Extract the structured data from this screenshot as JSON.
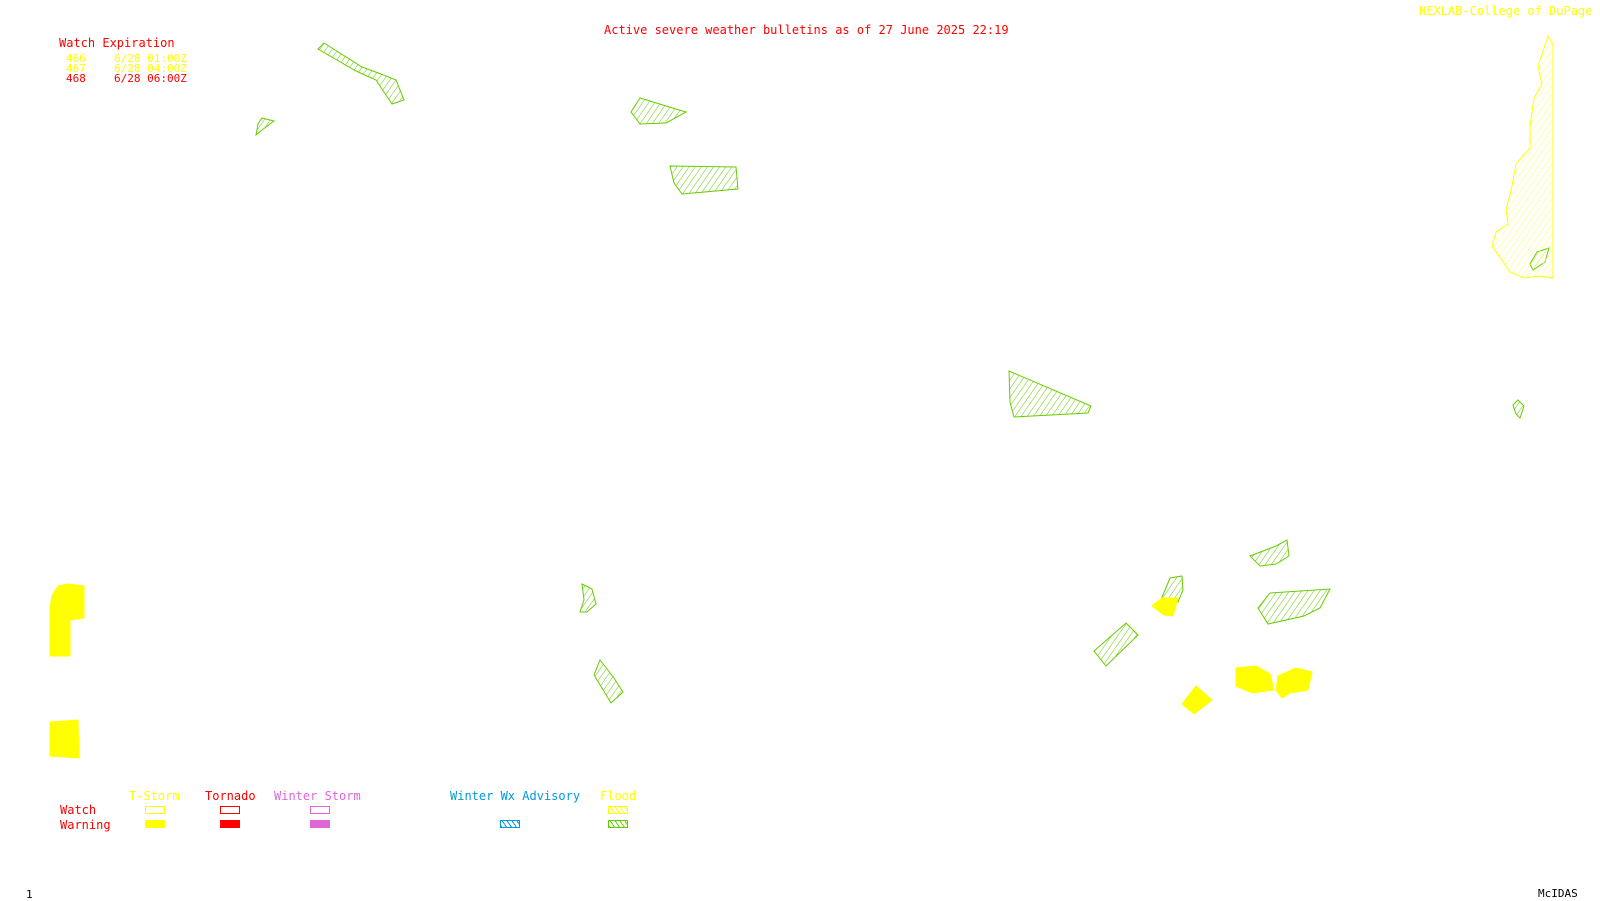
{
  "header": {
    "title": "Active severe weather bulletins as of 27 June 2025 22:19",
    "credit": "NEXLAB-College of DuPage R"
  },
  "watch_expiration": {
    "heading": "Watch Expiration",
    "rows": [
      {
        "id": "466",
        "time": "6/28 01:00Z",
        "color": "#ffff00"
      },
      {
        "id": "467",
        "time": "6/28 04:00Z",
        "color": "#ffff00"
      },
      {
        "id": "468",
        "time": "6/28 06:00Z",
        "color": "#ff0000"
      }
    ]
  },
  "legend": {
    "row_labels": {
      "watch": "Watch",
      "warning": "Warning"
    },
    "columns": [
      {
        "label": "T-Storm",
        "color": "#ffff00",
        "watch_style": "outline",
        "warning_style": "solid"
      },
      {
        "label": "Tornado",
        "color": "#ff0000",
        "watch_style": "outline",
        "warning_style": "solid"
      },
      {
        "label": "Winter Storm",
        "color": "#dd66dd",
        "watch_style": "outline",
        "warning_style": "solid"
      },
      {
        "label": "Winter Wx Advisory",
        "color": "#0099dd",
        "warning_style": "hatched"
      },
      {
        "label": "Flood",
        "color": "#ffff00",
        "watch_style": "hatched",
        "warning_style": "hatched",
        "warning_color": "#66cc00"
      }
    ]
  },
  "footer": {
    "frame": "1",
    "software": "McIDAS"
  },
  "colors": {
    "flood_hatch": "#66cc00",
    "tstorm": "#ffff00",
    "tornado": "#ff0000",
    "label_red": "#ff0000"
  }
}
